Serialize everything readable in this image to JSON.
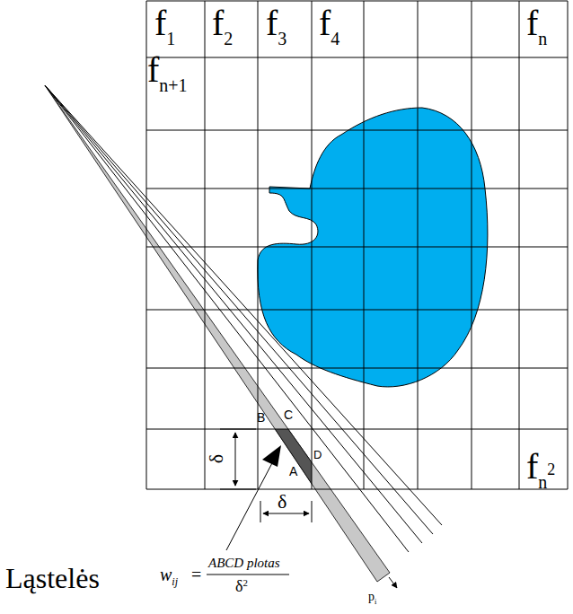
{
  "diagram": {
    "labels": [
      "f1",
      "f2",
      "f3",
      "f4",
      "fn",
      "fn+1",
      "fn2",
      "δ",
      "δ",
      "B",
      "C",
      "D",
      "A",
      "Ląstelės",
      "wij",
      "=",
      "ABCD plotas",
      "δ2",
      "pi"
    ]
  }
}
